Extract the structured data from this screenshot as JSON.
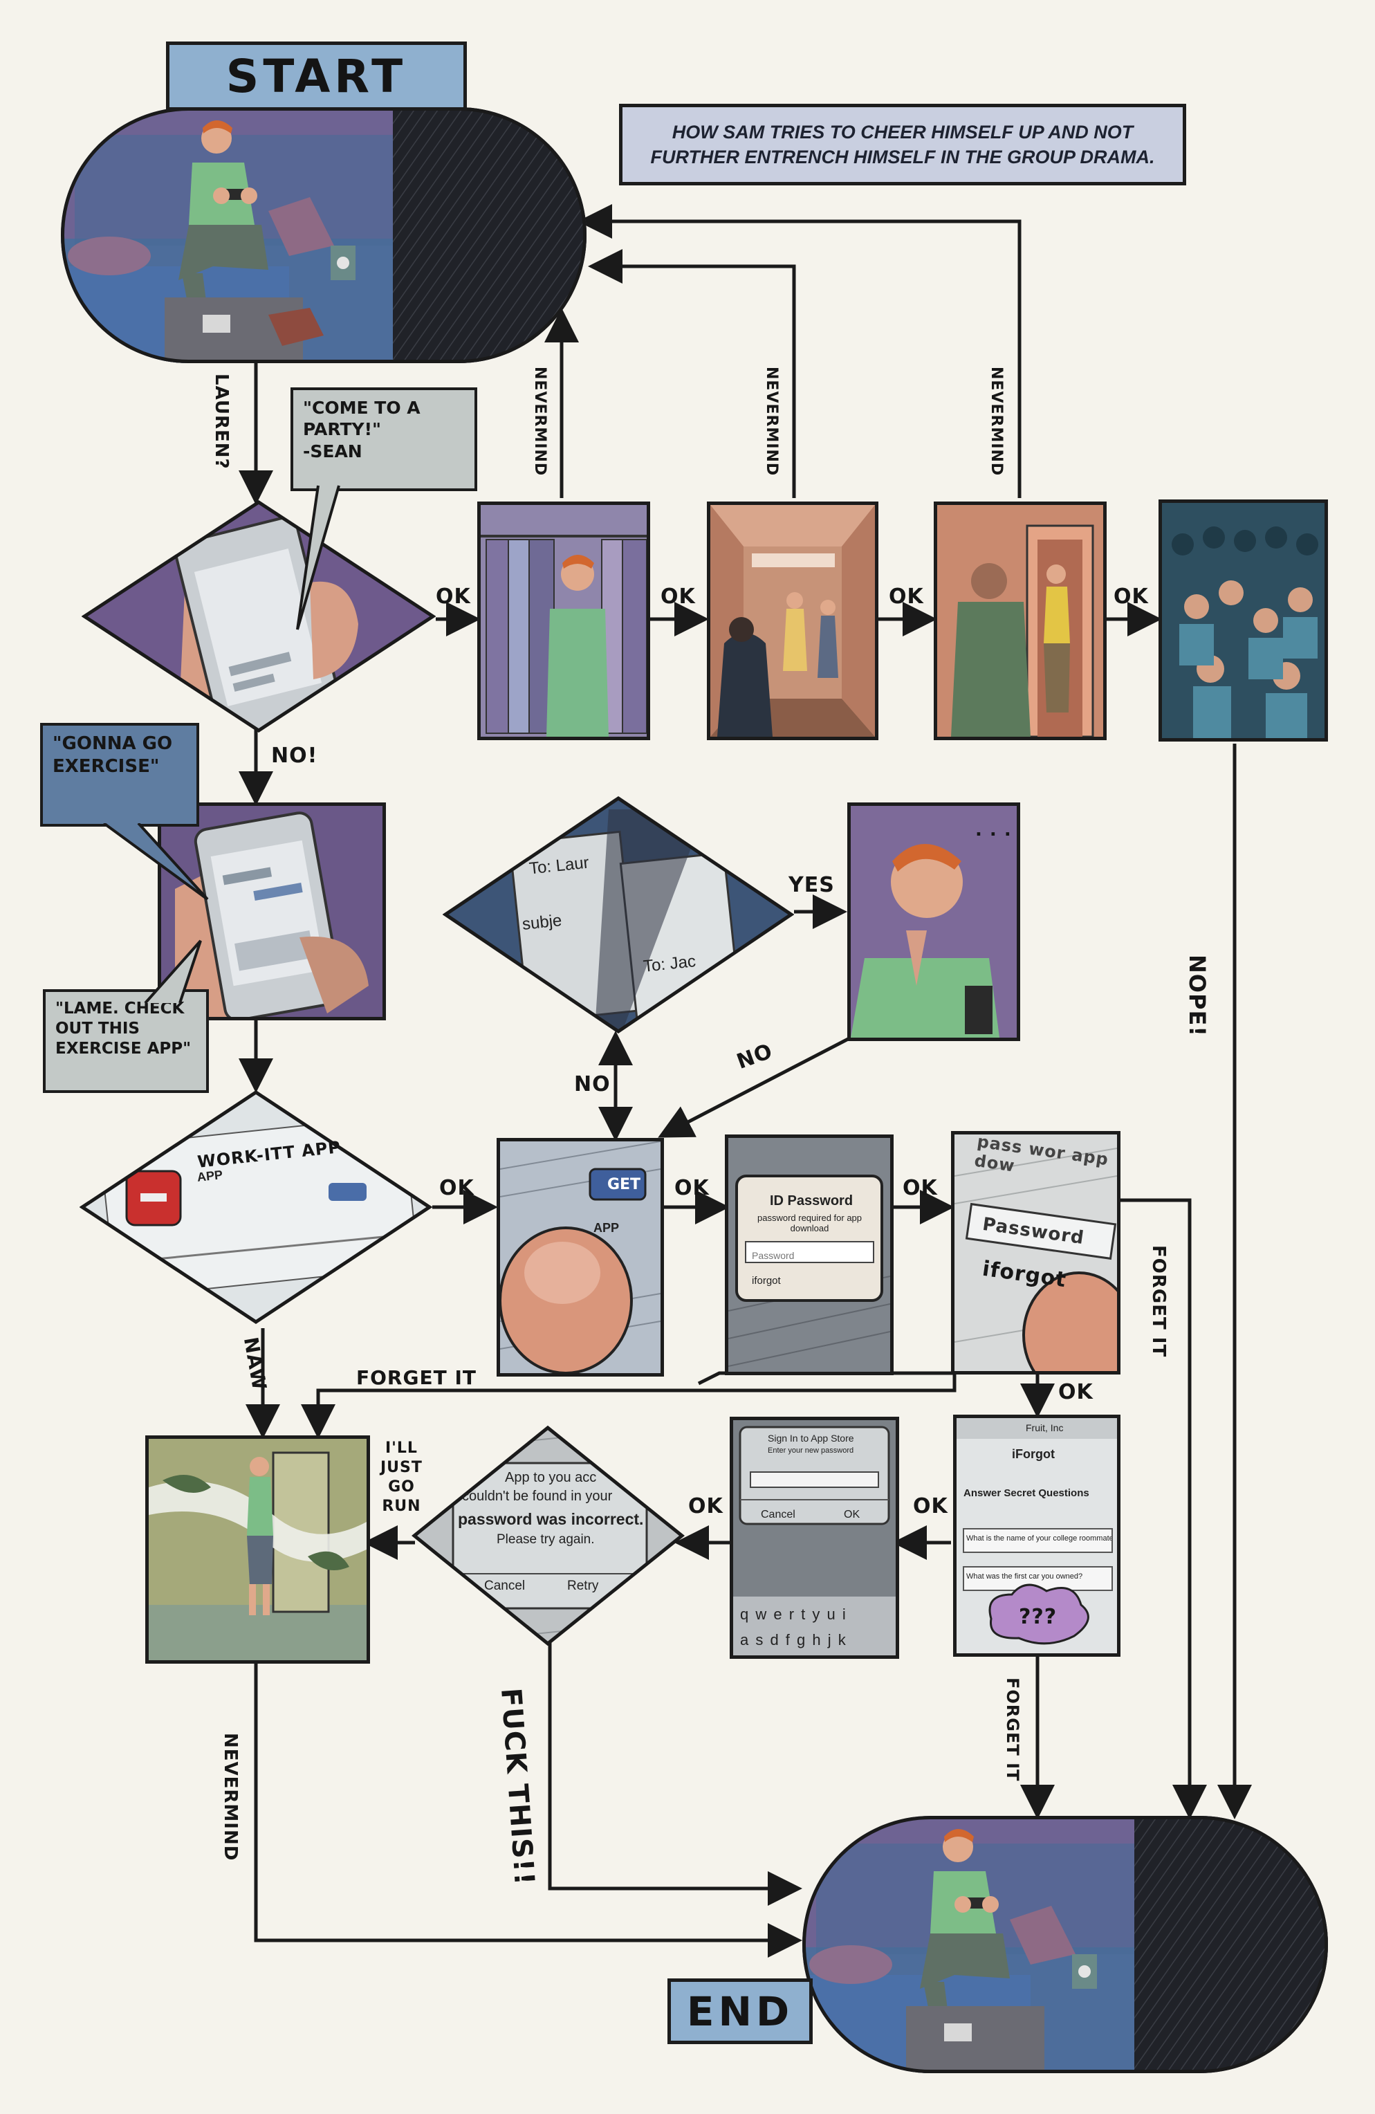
{
  "title_card": "HOW SAM TRIES TO CHEER HIMSELF UP AND NOT FURTHER ENTRENCH HIMSELF IN THE GROUP DRAMA.",
  "start_label": "START",
  "end_label": "END",
  "bubbles": {
    "party": "\"COME TO A\nPARTY!\"\n-SEAN",
    "exercise": "\"GONNA GO\nEXERCISE\"",
    "lame": "\"LAME. CHECK\nOUT THIS\nEXERCISE APP\""
  },
  "ellipsis": ". . .",
  "workout_app": {
    "name": "WORK-ITT APP",
    "line1": "APP"
  },
  "get_button": "GET",
  "get_sub": "APP",
  "id_password": {
    "title": "ID Password",
    "subtitle": "password required for app download",
    "field_placeholder": "Password",
    "hint": "iforgot"
  },
  "password_closeup": {
    "top": "pass wor app dow",
    "field": "Password",
    "hint": "iforgot"
  },
  "iforgot_screen": {
    "header": "Fruit, Inc",
    "title": "iForgot",
    "heading": "Answer Secret Questions",
    "q1": "What is the name of your college roommate?",
    "q2": "What was the first car you owned?",
    "cloud": "???"
  },
  "signin": {
    "title": "Sign In to App Store",
    "subtitle": "Enter your new password",
    "cancel": "Cancel",
    "ok": "OK",
    "keys_row1": "q w e r t y u i",
    "keys_row2": "a s d f g h j k"
  },
  "incorrect": {
    "line1": "App to you acc",
    "line2": "couldn't be found in your",
    "line3": "password was incorrect.",
    "line4": "Please try again.",
    "cancel": "Cancel",
    "retry": "Retry"
  },
  "email_diamond": {
    "to1": "To: Laur",
    "to2": "To: Jac",
    "subj": "subje"
  },
  "run_caption": "I'LL\nJUST\nGO\nRUN",
  "labels": {
    "lauren": "LAUREN?",
    "no_excl": "NO!",
    "nevermind": "NEVERMIND",
    "ok": "OK",
    "yes": "YES",
    "no": "NO",
    "nope": "NOPE!",
    "naw": "NAW",
    "forget_it": "FORGET IT",
    "fuck_this": "FUCK THIS!!"
  }
}
